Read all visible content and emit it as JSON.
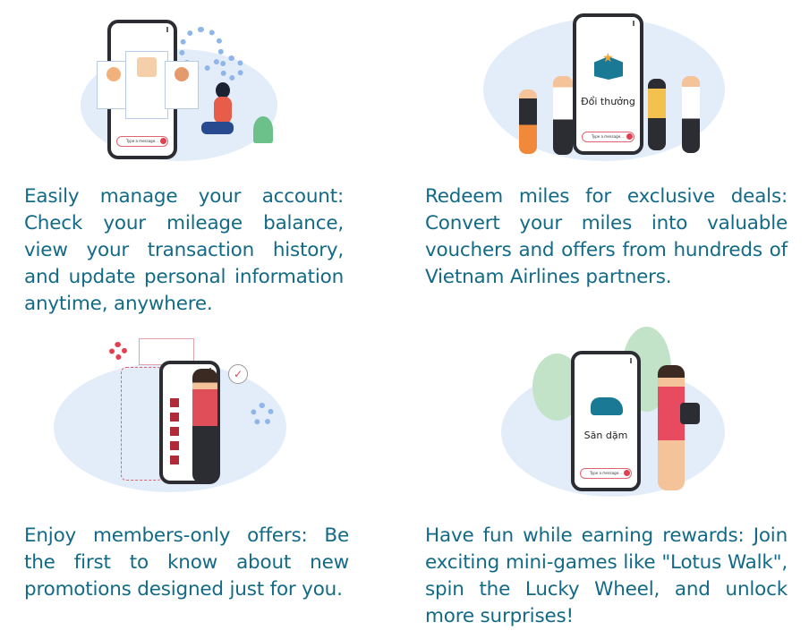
{
  "features": [
    {
      "id": "account",
      "description": "Easily manage your account: Check your mileage balance, view your transaction history, and update personal information anytime, anywhere.",
      "phone_input_placeholder": "Type a message..."
    },
    {
      "id": "redeem",
      "description": "Redeem miles for exclusive deals: Convert your miles into valuable vouchers and offers from hundreds of Vietnam Airlines partners.",
      "phone_label": "Đổi thưởng",
      "phone_input_placeholder": "Type a message..."
    },
    {
      "id": "offers",
      "description": "Enjoy members-only offers: Be the first to know about new promotions designed just for you."
    },
    {
      "id": "games",
      "description": "Have fun while earning rewards: Join exciting mini-games like \"Lotus Walk\", spin the Lucky Wheel, and unlock more surprises!",
      "phone_label": "Săn dặm",
      "phone_input_placeholder": "Type a message..."
    }
  ],
  "colors": {
    "text": "#136a86",
    "blob": "#e3edfa",
    "accent": "#e04050"
  }
}
